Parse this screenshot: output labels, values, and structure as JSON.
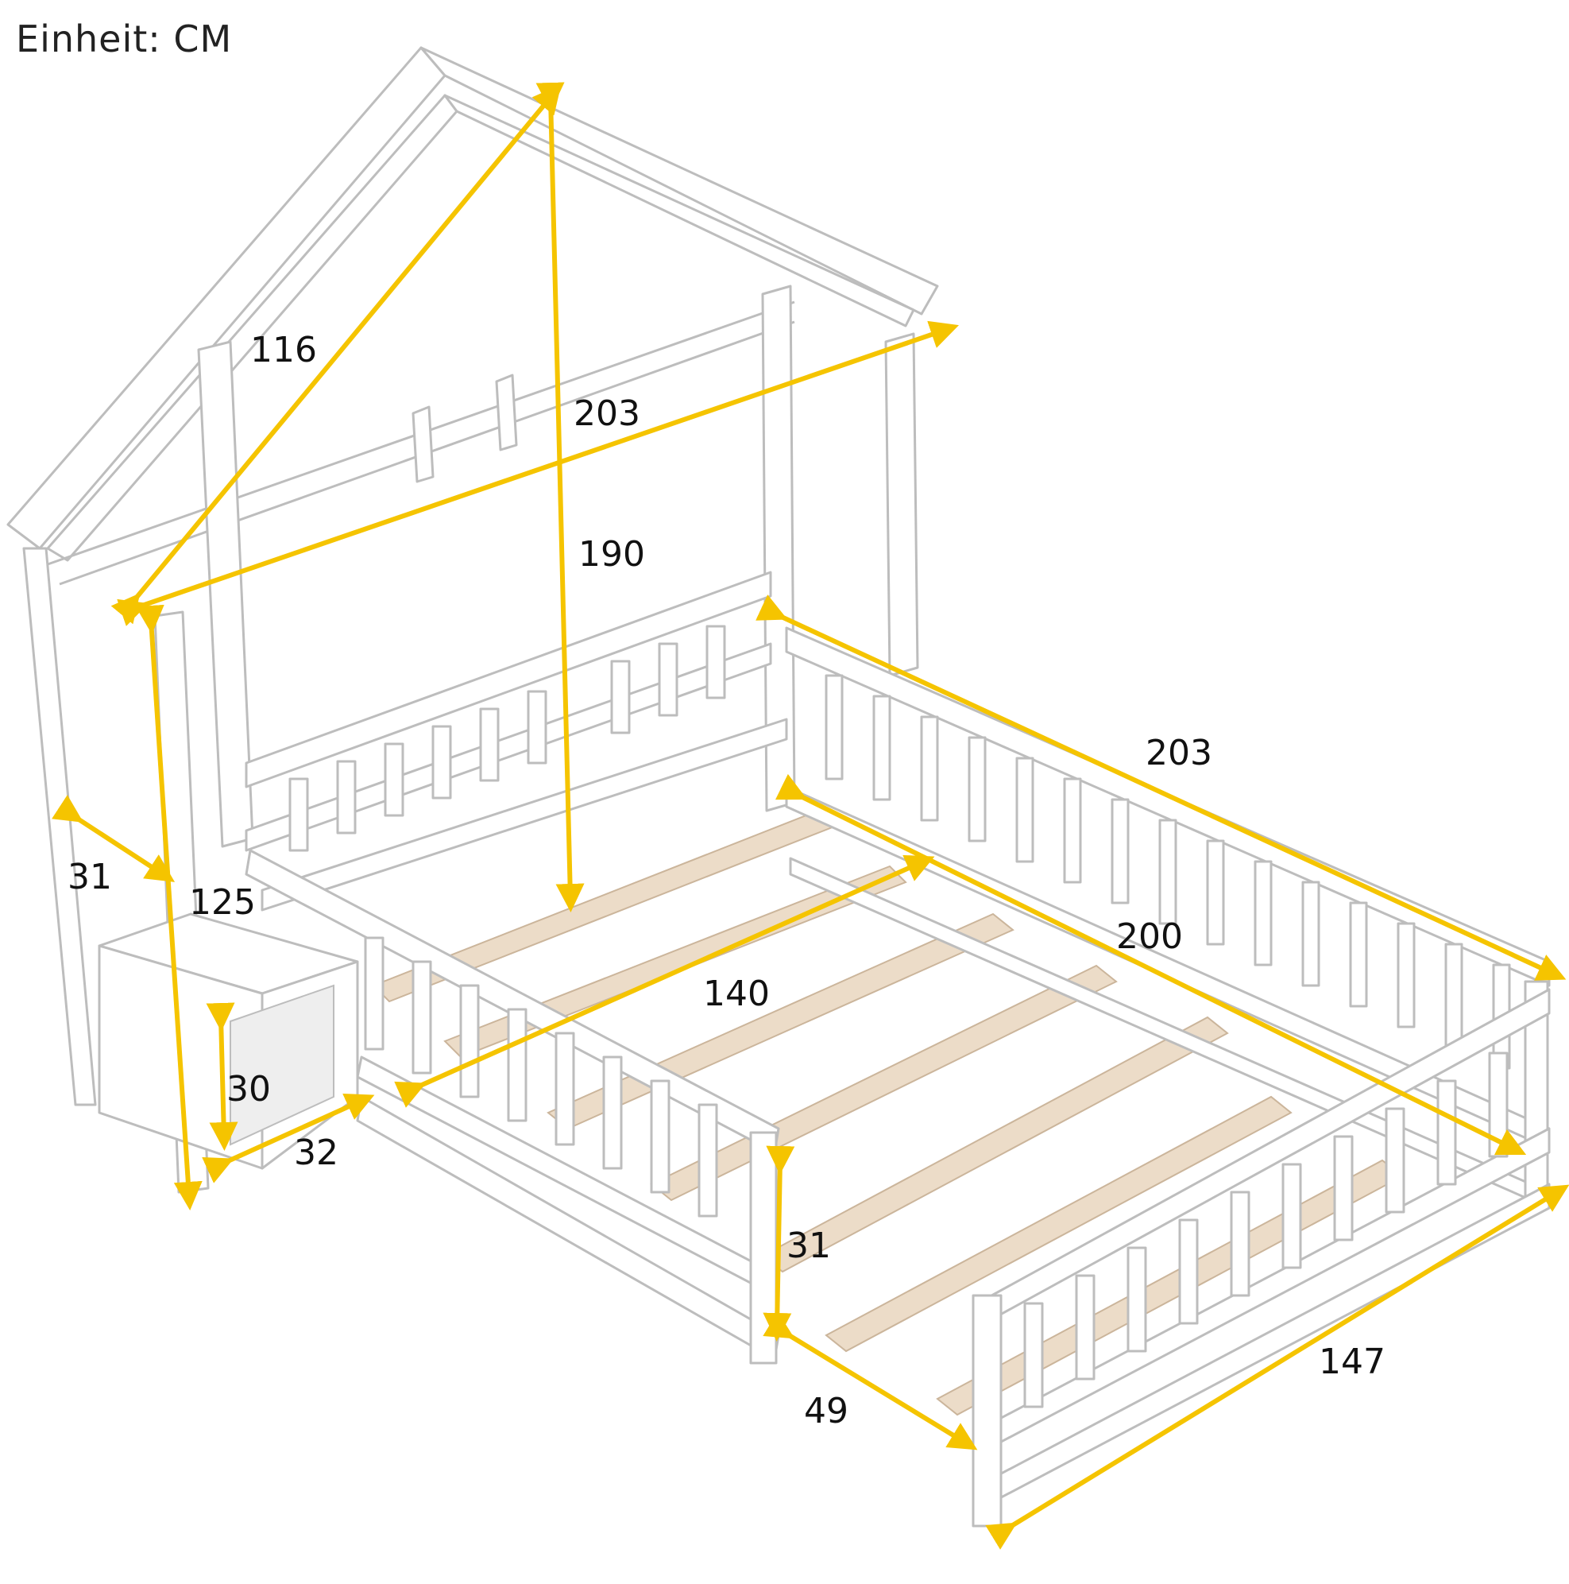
{
  "unit_label": "Einheit: CM",
  "accent_color": "#f5c400",
  "dimensions": {
    "roof_slope": "116",
    "roof_width": "203",
    "total_height": "190",
    "rail_length": "203",
    "nightstand_depth": "31",
    "post_height": "125",
    "bed_width": "140",
    "mattress_length": "200",
    "nightstand_height": "30",
    "nightstand_width": "32",
    "rail_height": "31",
    "entry_gap": "49",
    "total_width": "147"
  }
}
